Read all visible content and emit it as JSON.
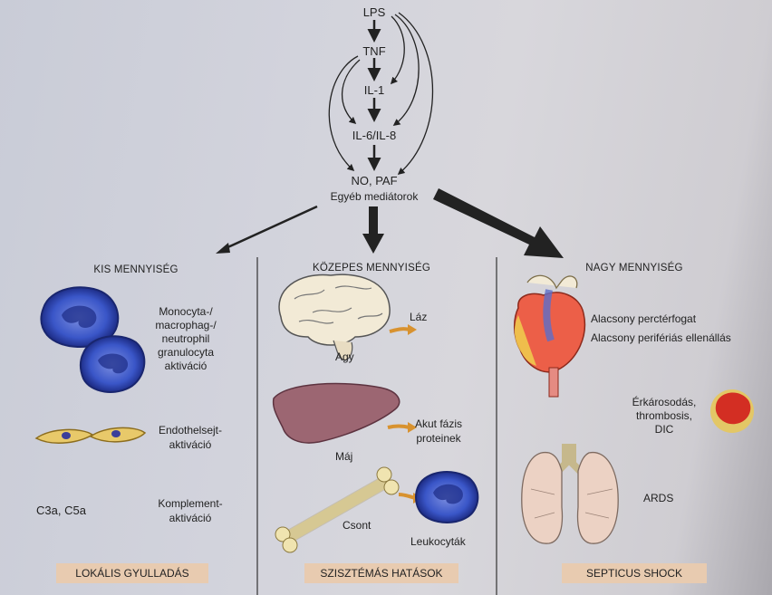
{
  "cascade": {
    "lps": "LPS",
    "tnf": "TNF",
    "il1": "IL-1",
    "il6_il8": "IL-6/IL-8",
    "no_paf": "NO, PAF",
    "other_mediators": "Egyéb mediátorok"
  },
  "columns": {
    "small": {
      "header": "KIS MENNYISÉG",
      "footer": "LOKÁLIS GYULLADÁS",
      "cell_activation": [
        "Monocyta-/",
        "macrophag-/",
        "neutrophil",
        "granulocyta",
        "aktiváció"
      ],
      "endothelial_activation": [
        "Endothelsejt-",
        "aktiváció"
      ],
      "complement_label": "C3a, C5a",
      "complement_activation": [
        "Komplement-",
        "aktiváció"
      ]
    },
    "medium": {
      "header": "KÖZEPES MENNYISÉG",
      "footer": "SZISZTÉMÁS HATÁSOK",
      "brain": "Agy",
      "fever": "Láz",
      "liver": "Máj",
      "acute_phase": [
        "Akut fázis",
        "proteinek"
      ],
      "bone": "Csont",
      "leukocytes": "Leukocyták"
    },
    "large": {
      "header": "NAGY MENNYISÉG",
      "footer": "SEPTICUS SHOCK",
      "low_cardiac_output": "Alacsony perctérfogat",
      "low_peripheral_resistance": "Alacsony perifériás ellenállás",
      "vascular_damage": [
        "Érkárosodás,",
        "thrombosis,",
        "DIC"
      ],
      "ards": "ARDS"
    }
  }
}
